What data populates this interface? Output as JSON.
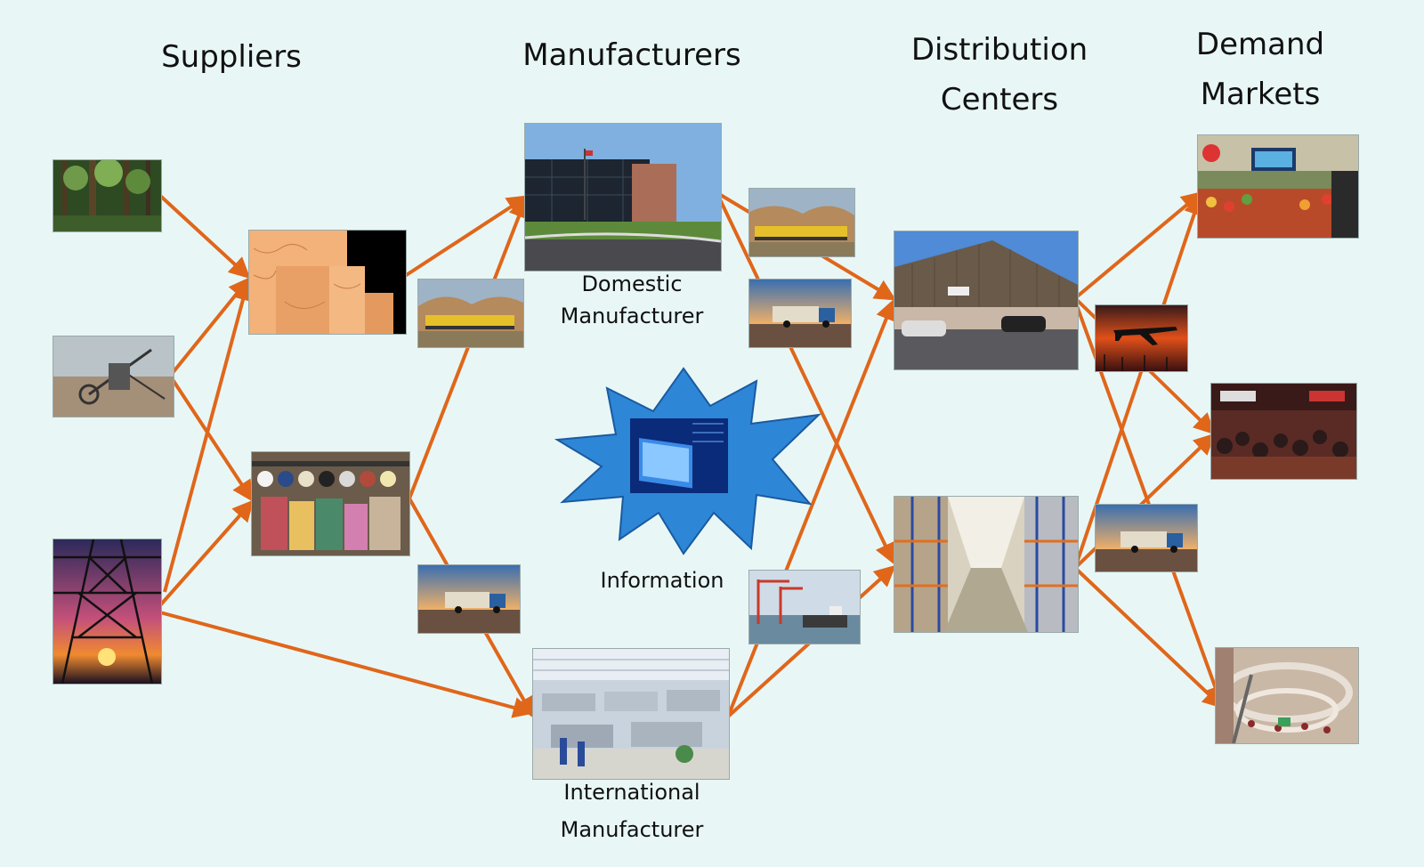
{
  "headings": {
    "suppliers": "Suppliers",
    "manufacturers": "Manufacturers",
    "distribution_line1": "Distribution",
    "distribution_line2": "Centers",
    "demand_line1": "Demand",
    "demand_line2": "Markets"
  },
  "labels": {
    "domestic_line1": "Domestic",
    "domestic_line2": "Manufacturer",
    "international_line1": "International",
    "international_line2": "Manufacturer",
    "information": "Information"
  },
  "colors": {
    "background": "#e8f7f6",
    "arrow": "#e0661a",
    "starburst": "#2e86d6"
  },
  "icons": {
    "information": "computer-screen-starburst-icon"
  }
}
